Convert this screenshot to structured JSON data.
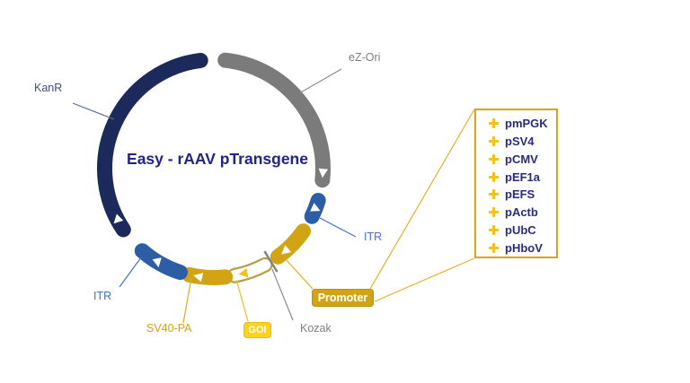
{
  "title": "Easy - rAAV pTransgene",
  "colors": {
    "navy": "#1b2a5a",
    "gray": "#7b7b7b",
    "blue": "#2d5da4",
    "gold": "#d2a413",
    "goi_outline": "#b2a149",
    "goi_chevron": "#f2c11c",
    "bright_yellow": "#ffd21f",
    "title_text": "#232287",
    "kanr_text": "#3f4e7e",
    "gray_text": "#7f7f7f",
    "itr_text": "#4472c4",
    "gold_text": "#d2a413",
    "legend_text": "#2b2b7e",
    "legend_border": "#d8a611",
    "star": "#f5c21d",
    "leader_gold": "#e0ac18",
    "leader_gray": "#8c8c8c",
    "leader_blue": "#4472c4",
    "leader_navy": "#5a6a9a",
    "kozak_tick": "#868686",
    "arrow_white": "#ffffff"
  },
  "plasmid": {
    "segments": [
      {
        "label": "eZ-Ori",
        "color_key": "gray"
      },
      {
        "label": "ITR",
        "color_key": "blue"
      },
      {
        "label": "Promoter",
        "color_key": "gold"
      },
      {
        "label": "Kozak",
        "color_key": "gray-tick"
      },
      {
        "label": "GOI",
        "color_key": "white-gold-outline"
      },
      {
        "label": "SV40-PA",
        "color_key": "gold"
      },
      {
        "label": "ITR",
        "color_key": "blue"
      },
      {
        "label": "KanR",
        "color_key": "navy"
      }
    ],
    "labels": {
      "kanr": "KanR",
      "ezori": "eZ-Ori",
      "itr_left": "ITR",
      "itr_right": "ITR",
      "sv40": "SV40-PA",
      "goi": "GOI",
      "kozak": "Kozak",
      "promoter": "Promoter"
    }
  },
  "legend": {
    "items": [
      "pmPGK",
      "pSV4",
      "pCMV",
      "pEF1a",
      "pEFS",
      "pActb",
      "pUbC",
      "pHboV"
    ]
  }
}
